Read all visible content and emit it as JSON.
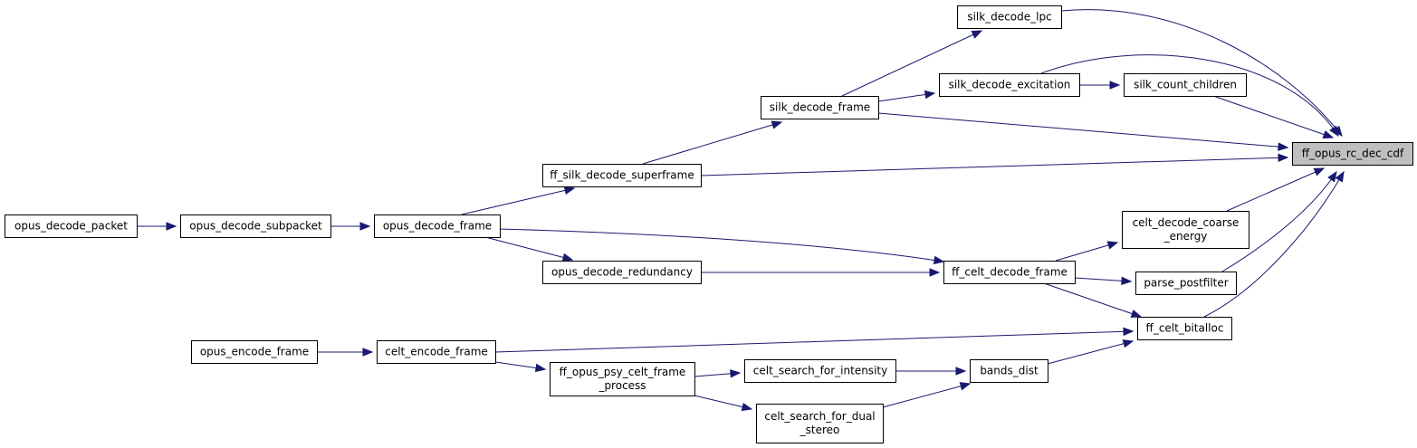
{
  "diagram": {
    "type": "call-graph",
    "colors": {
      "edge": "#191970",
      "node_border": "#000000",
      "node_fill": "#ffffff",
      "highlight_fill": "#bfbfbf"
    },
    "nodes": [
      {
        "id": "rc",
        "lines": [
          "ff_opus_rc_dec_cdf"
        ],
        "highlight": true
      },
      {
        "id": "lpc",
        "lines": [
          "silk_decode_lpc"
        ]
      },
      {
        "id": "excit",
        "lines": [
          "silk_decode_excitation"
        ]
      },
      {
        "id": "count",
        "lines": [
          "silk_count_children"
        ]
      },
      {
        "id": "sframe",
        "lines": [
          "silk_decode_frame"
        ]
      },
      {
        "id": "superframe",
        "lines": [
          "ff_silk_decode_superframe"
        ]
      },
      {
        "id": "odpacket",
        "lines": [
          "opus_decode_packet"
        ]
      },
      {
        "id": "odsub",
        "lines": [
          "opus_decode_subpacket"
        ]
      },
      {
        "id": "odframe",
        "lines": [
          "opus_decode_frame"
        ]
      },
      {
        "id": "coarse",
        "lines": [
          "celt_decode_coarse",
          "_energy"
        ]
      },
      {
        "id": "redund",
        "lines": [
          "opus_decode_redundancy"
        ]
      },
      {
        "id": "celtframe",
        "lines": [
          "ff_celt_decode_frame"
        ]
      },
      {
        "id": "postfilter",
        "lines": [
          "parse_postfilter"
        ]
      },
      {
        "id": "bitalloc",
        "lines": [
          "ff_celt_bitalloc"
        ]
      },
      {
        "id": "oeframe",
        "lines": [
          "opus_encode_frame"
        ]
      },
      {
        "id": "ceframe",
        "lines": [
          "celt_encode_frame"
        ]
      },
      {
        "id": "psy",
        "lines": [
          "ff_opus_psy_celt_frame",
          "_process"
        ]
      },
      {
        "id": "intensity",
        "lines": [
          "celt_search_for_intensity"
        ]
      },
      {
        "id": "bands",
        "lines": [
          "bands_dist"
        ]
      },
      {
        "id": "dual",
        "lines": [
          "celt_search_for_dual",
          "_stereo"
        ]
      }
    ],
    "edges": [
      {
        "from": "lpc",
        "to": "rc"
      },
      {
        "from": "excit",
        "to": "rc"
      },
      {
        "from": "count",
        "to": "rc"
      },
      {
        "from": "sframe",
        "to": "rc"
      },
      {
        "from": "superframe",
        "to": "rc"
      },
      {
        "from": "coarse",
        "to": "rc"
      },
      {
        "from": "postfilter",
        "to": "rc"
      },
      {
        "from": "bitalloc",
        "to": "rc"
      },
      {
        "from": "sframe",
        "to": "lpc"
      },
      {
        "from": "sframe",
        "to": "excit"
      },
      {
        "from": "excit",
        "to": "count"
      },
      {
        "from": "superframe",
        "to": "sframe"
      },
      {
        "from": "odframe",
        "to": "superframe"
      },
      {
        "from": "odpacket",
        "to": "odsub"
      },
      {
        "from": "odsub",
        "to": "odframe"
      },
      {
        "from": "odframe",
        "to": "celtframe"
      },
      {
        "from": "odframe",
        "to": "redund"
      },
      {
        "from": "redund",
        "to": "celtframe"
      },
      {
        "from": "celtframe",
        "to": "coarse"
      },
      {
        "from": "celtframe",
        "to": "postfilter"
      },
      {
        "from": "celtframe",
        "to": "bitalloc"
      },
      {
        "from": "ceframe",
        "to": "bitalloc"
      },
      {
        "from": "oeframe",
        "to": "ceframe"
      },
      {
        "from": "ceframe",
        "to": "psy"
      },
      {
        "from": "psy",
        "to": "intensity"
      },
      {
        "from": "psy",
        "to": "dual"
      },
      {
        "from": "intensity",
        "to": "bands"
      },
      {
        "from": "dual",
        "to": "bands"
      },
      {
        "from": "bands",
        "to": "bitalloc"
      }
    ]
  }
}
